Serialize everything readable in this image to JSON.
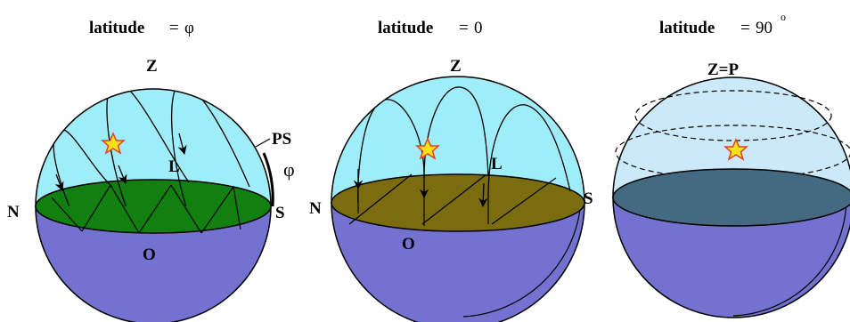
{
  "panels": [
    {
      "title_bold": "latitude",
      "title_eq": "=",
      "title_value": "φ",
      "labels": {
        "zenith": "Z",
        "north": "N",
        "south": "S",
        "observer": "O",
        "star_path": "L",
        "pole": "PS",
        "angle": "φ"
      }
    },
    {
      "title_bold": "latitude",
      "title_eq": "=",
      "title_value": "0",
      "labels": {
        "zenith": "Z",
        "north": "N",
        "south": "S",
        "observer": "O",
        "star_path": "L"
      }
    },
    {
      "title_bold": "latitude",
      "title_eq": "=",
      "title_value": "90",
      "title_sup": "o",
      "labels": {
        "zenith": "Z=P"
      }
    }
  ],
  "colors": {
    "sky": "#9fedf8",
    "sky_polar": "#cbe9f9",
    "lower_sphere": "#7372d0",
    "horizon_mid_lat": "#118011",
    "horizon_equator": "#7b6d0f",
    "horizon_pole": "#436a80",
    "star_fill": "#f7e21b",
    "star_stroke": "#e8401c"
  },
  "icons": [
    "star-icon"
  ]
}
